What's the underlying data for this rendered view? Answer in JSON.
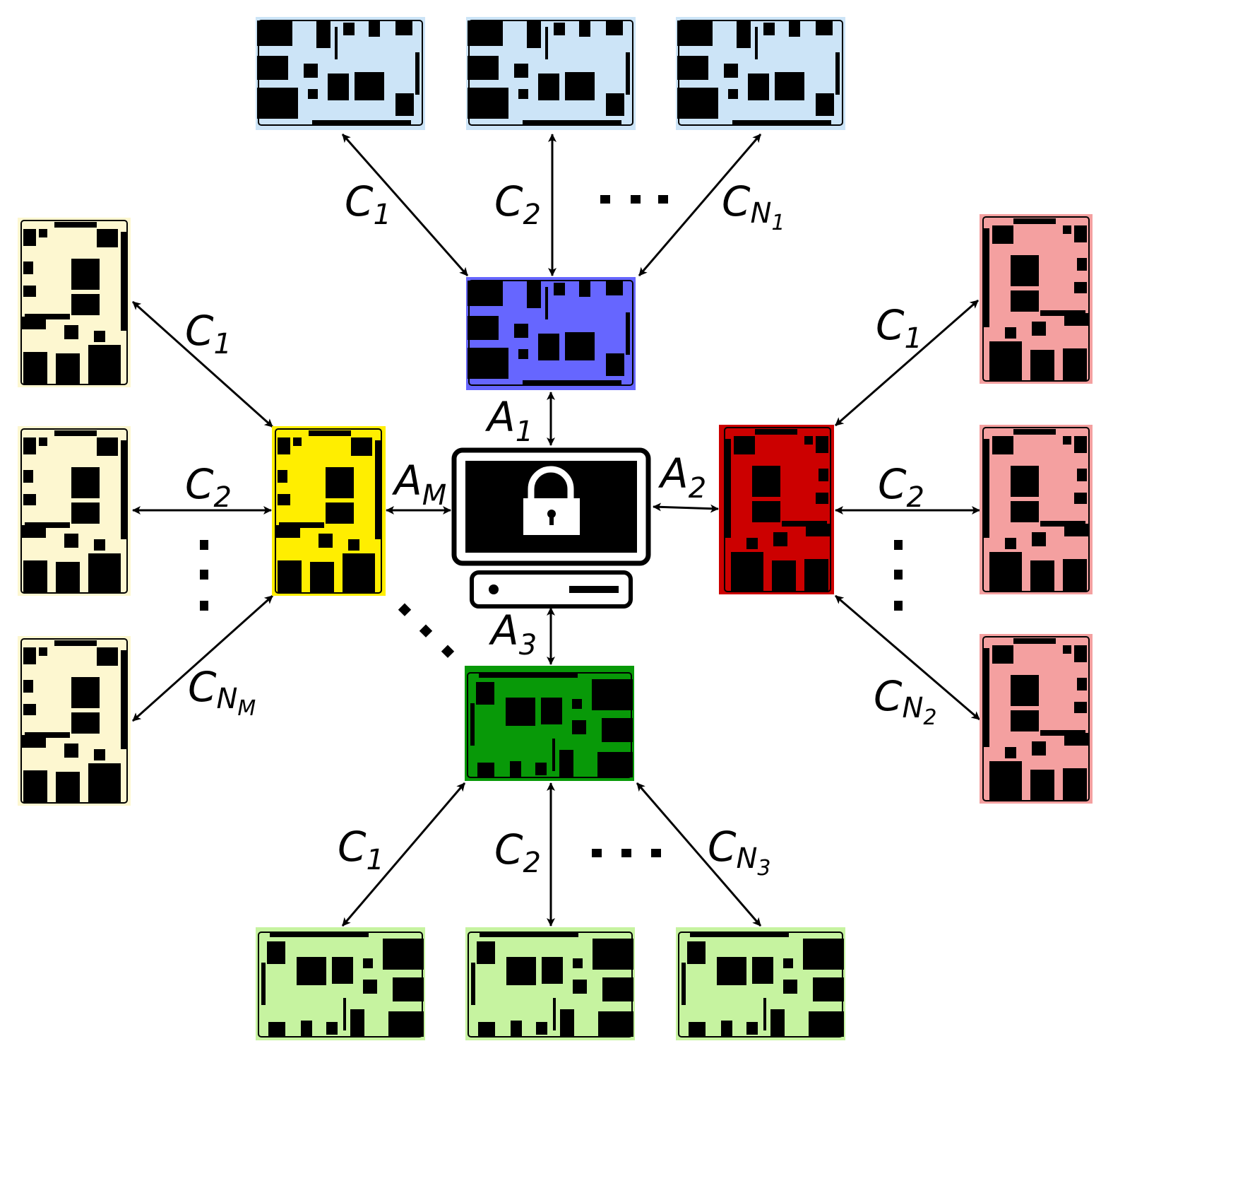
{
  "colors": {
    "top_main": "#6666ff",
    "top_child": "#cce4f7",
    "right_main": "#cc0000",
    "right_child": "#f4a0a0",
    "bottom_main": "#089908",
    "bottom_child": "#c6f3a0",
    "left_main": "#ffee00",
    "left_child": "#fdf7d0"
  },
  "icons": {
    "server": "computer-monitor-icon",
    "lock": "lock-icon"
  },
  "labels": {
    "a1": {
      "main": "A",
      "sub": "1"
    },
    "a2": {
      "main": "A",
      "sub": "2"
    },
    "a3": {
      "main": "A",
      "sub": "3"
    },
    "am": {
      "main": "A",
      "sub": "M"
    },
    "top_c1": {
      "main": "C",
      "sub": "1"
    },
    "top_c2": {
      "main": "C",
      "sub": "2"
    },
    "top_cn": {
      "main": "C",
      "sub": "N",
      "subsub": "1"
    },
    "right_c1": {
      "main": "C",
      "sub": "1"
    },
    "right_c2": {
      "main": "C",
      "sub": "2"
    },
    "right_cn": {
      "main": "C",
      "sub": "N",
      "subsub": "2"
    },
    "bottom_c1": {
      "main": "C",
      "sub": "1"
    },
    "bottom_c2": {
      "main": "C",
      "sub": "2"
    },
    "bottom_cn": {
      "main": "C",
      "sub": "N",
      "subsub": "3"
    },
    "left_c1": {
      "main": "C",
      "sub": "1"
    },
    "left_c2": {
      "main": "C",
      "sub": "2"
    },
    "left_cn": {
      "main": "C",
      "sub": "N",
      "subsub": "M"
    }
  }
}
